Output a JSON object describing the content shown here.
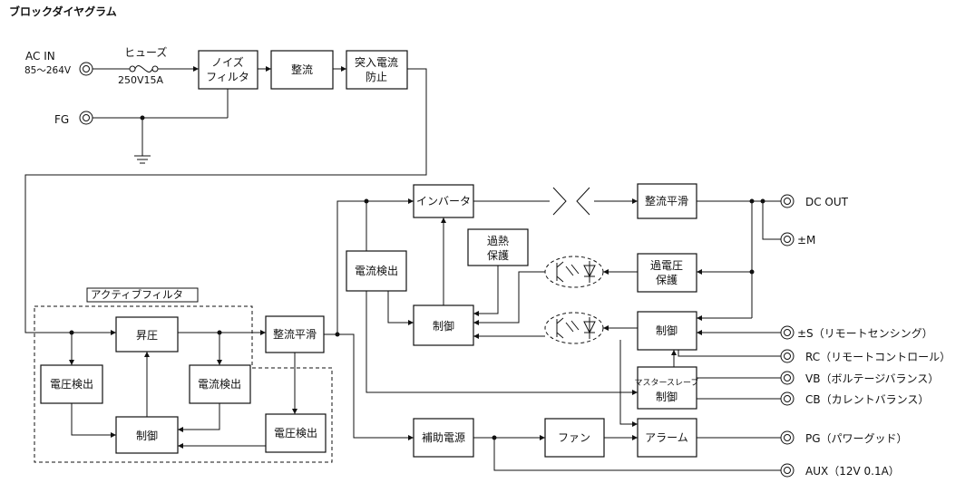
{
  "title": "ブロックダイヤグラム",
  "input": {
    "ac_label": "AC IN",
    "ac_range": "85〜264V",
    "fg_label": "FG"
  },
  "fuse": {
    "label": "ヒューズ",
    "rating": "250V15A"
  },
  "blocks": {
    "noise_filter": [
      "ノイズ",
      "フィルタ"
    ],
    "rectifier": "整流",
    "inrush_limit": [
      "突入電流",
      "防止"
    ],
    "active_filter_group": "アクティブフィルタ",
    "boost": "昇圧",
    "voltage_detect_left": "電圧検出",
    "current_detect_pfc": "電流検出",
    "pfc_control": "制御",
    "rect_smooth_primary": "整流平滑",
    "voltage_detect_right": "電圧検出",
    "inverter": "インバータ",
    "current_detect_inv": "電流検出",
    "overheat_protect": [
      "過熱",
      "保護"
    ],
    "inv_control": "制御",
    "rect_smooth_secondary": "整流平滑",
    "overvoltage_protect": [
      "過電圧",
      "保護"
    ],
    "output_control": "制御",
    "master_slave": [
      "マスタースレーブ",
      "制御"
    ],
    "aux_power": "補助電源",
    "fan": "ファン",
    "alarm": "アラーム"
  },
  "terminals": {
    "dc_out": "DC OUT",
    "pm": "±M",
    "ps": "±S（リモートセンシング）",
    "rc": "RC（リモートコントロール）",
    "vb": "VB（ボルテージバランス）",
    "cb": "CB（カレントバランス）",
    "pg": "PG（パワーグッド）",
    "aux": "AUX（12V 0.1A）"
  }
}
